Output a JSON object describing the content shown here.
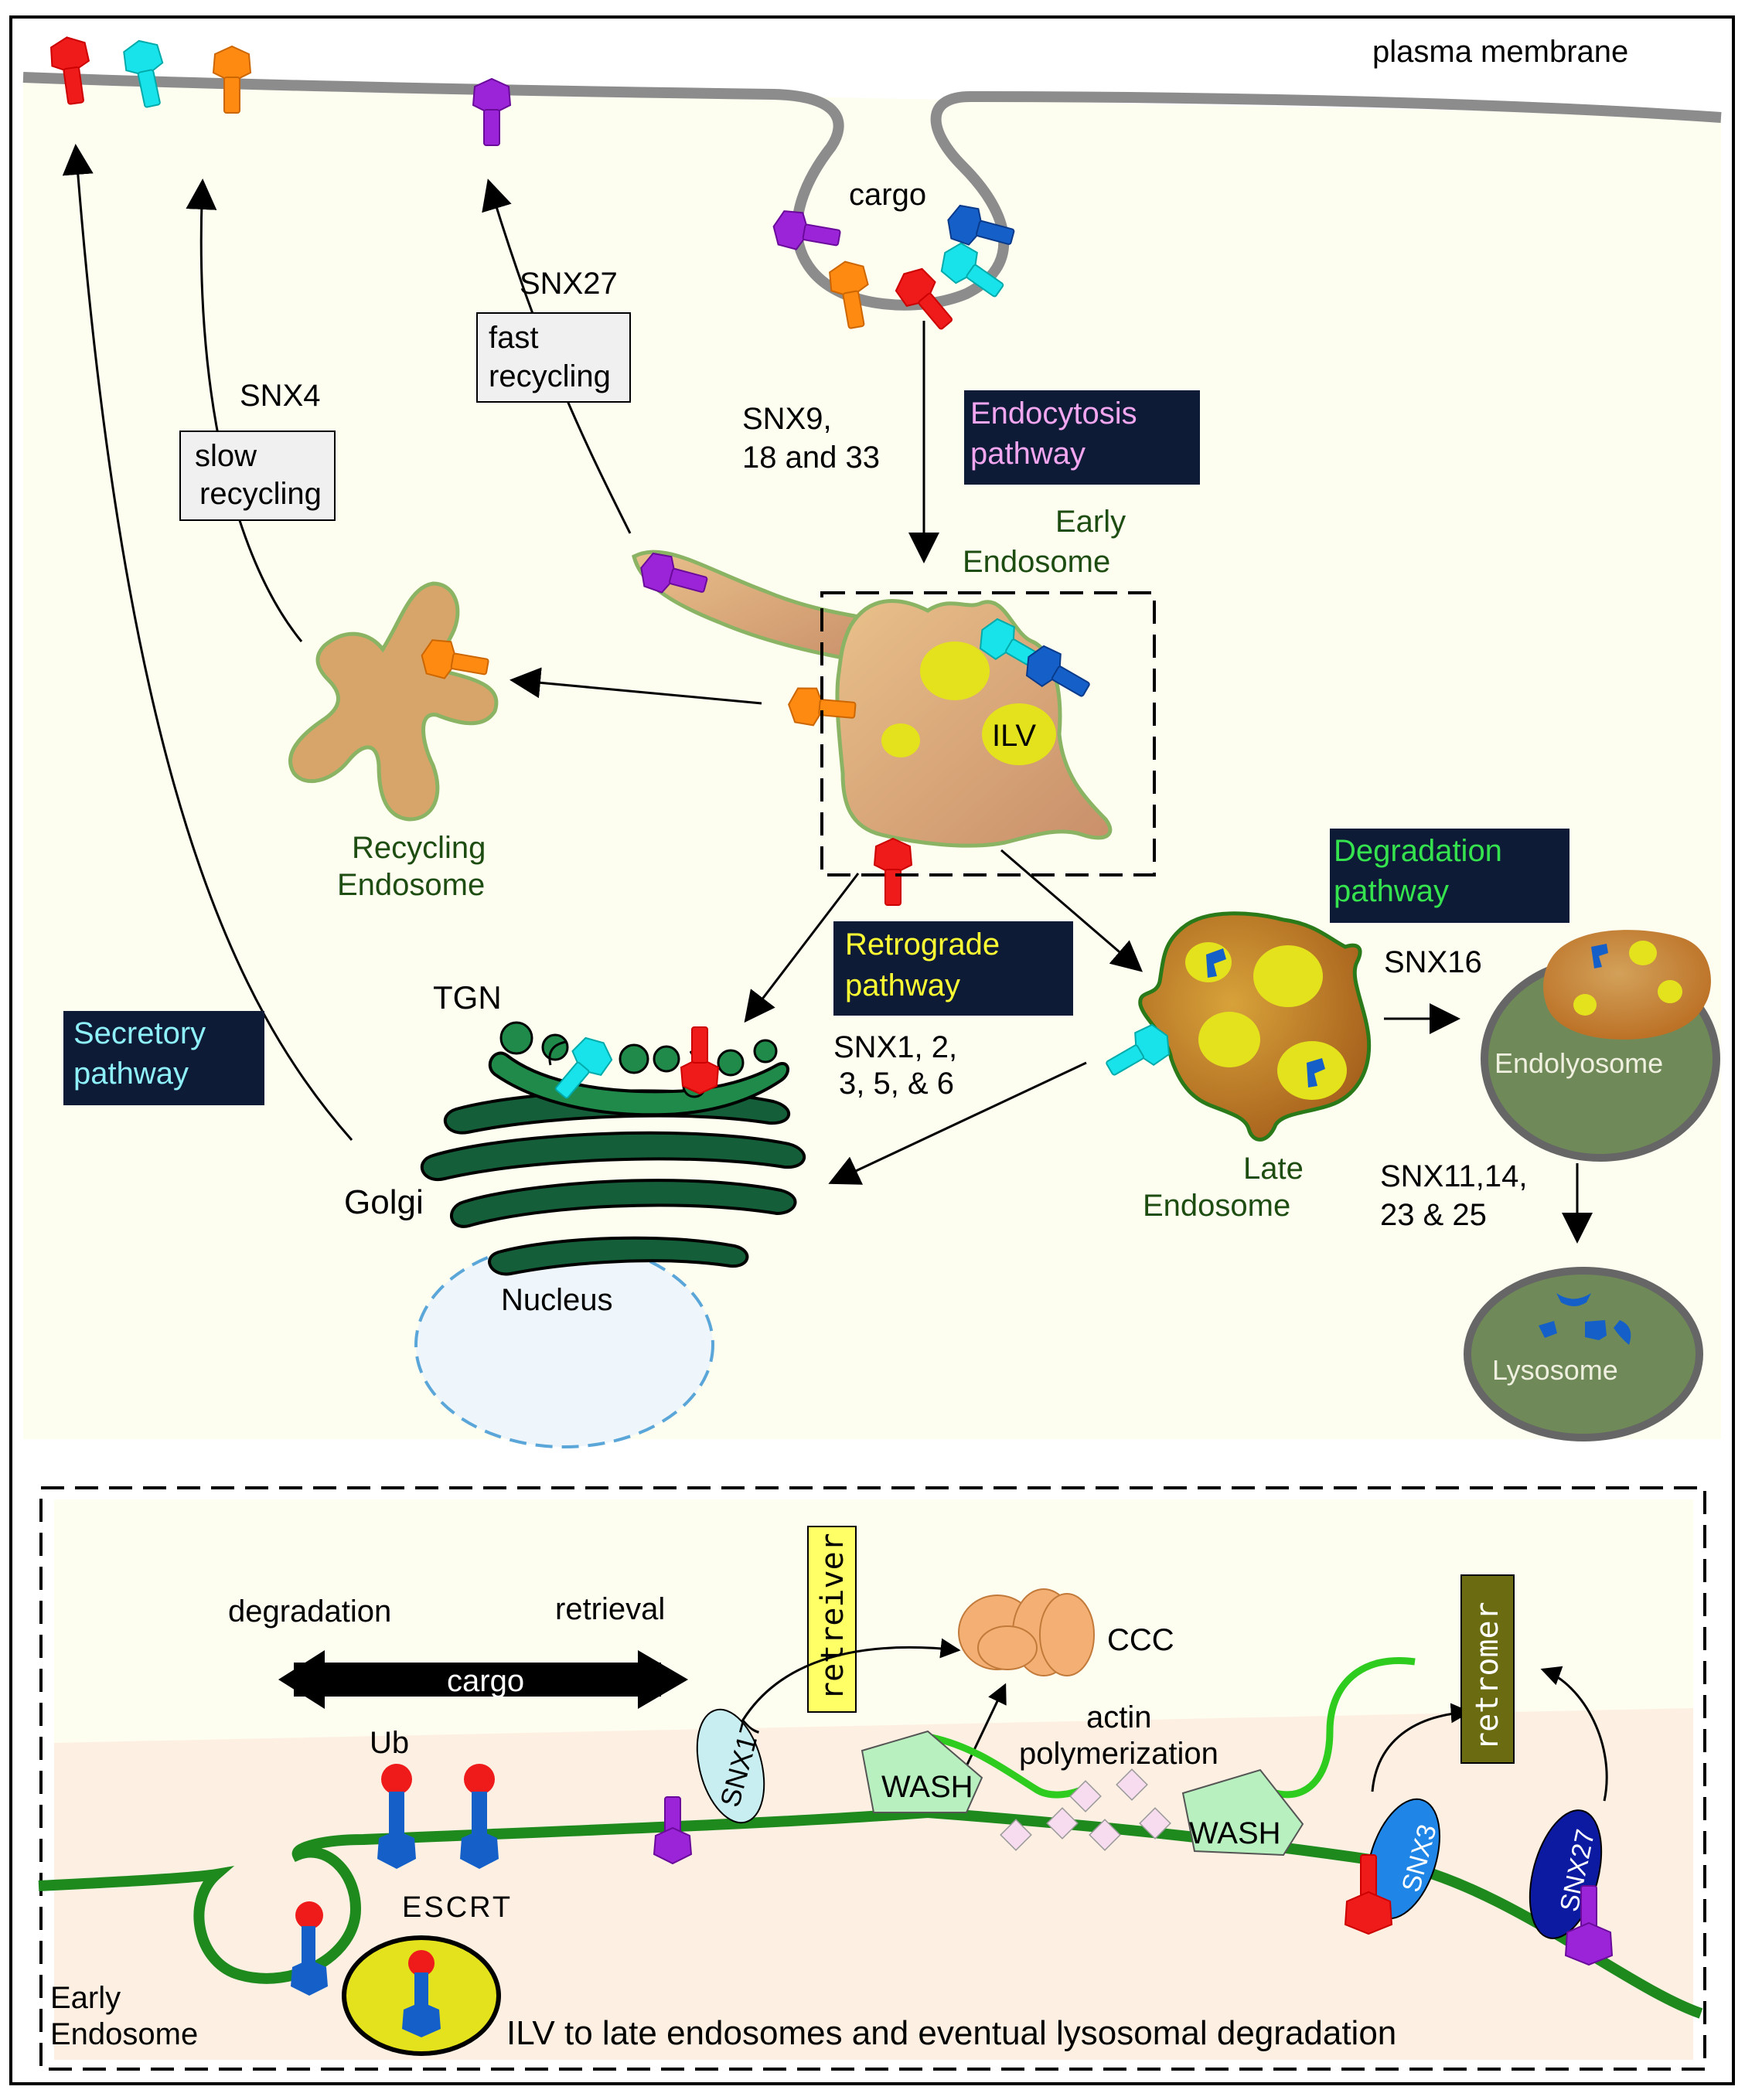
{
  "labels": {
    "plasma_membrane": "plasma membrane",
    "cargo_top": "cargo",
    "snx27": "SNX27",
    "fast_recycling_1": "fast",
    "fast_recycling_2": "recycling",
    "snx4": "SNX4",
    "slow_recycling_1": "slow",
    "slow_recycling_2": "recycling",
    "snx9_1": "SNX9,",
    "snx9_2": "18 and 33",
    "endocytosis_1": "Endocytosis",
    "endocytosis_2": "pathway",
    "early_endosome_1": "Early",
    "early_endosome_2": "Endosome",
    "ilv": "ILV",
    "recycling_endosome_1": "Recycling",
    "recycling_endosome_2": "Endosome",
    "degradation_1": "Degradation",
    "degradation_2": "pathway",
    "snx16": "SNX16",
    "endolysosome": "Endolyosome",
    "retrograde_1": "Retrograde",
    "retrograde_2": "pathway",
    "snx1_1": "SNX1, 2,",
    "snx1_2": "3, 5, & 6",
    "tgn": "TGN",
    "secretory_1": "Secretory",
    "secretory_2": "pathway",
    "golgi": "Golgi",
    "nucleus": "Nucleus",
    "late_endosome_1": "Late",
    "late_endosome_2": "Endosome",
    "snx11_1": "SNX11,14,",
    "snx11_2": "23 & 25",
    "lysosome": "Lysosome"
  },
  "inset": {
    "degradation": "degradation",
    "retrieval": "retrieval",
    "cargo": "cargo",
    "retreiver": "retreiver",
    "ccc": "CCC",
    "actin_1": "actin",
    "actin_2": "polymerization",
    "retromer": "retromer",
    "ub": "Ub",
    "escrt": "ESCRT",
    "snx17": "SNX17",
    "wash_1": "WASH",
    "wash_2": "WASH",
    "snx3": "SNX3",
    "snx27": "SNX27",
    "early_1": "Early",
    "early_2": "Endosome",
    "ilv_caption": "ILV to late endosomes and eventual lysosomal degradation"
  },
  "colors": {
    "cytoplasm": "#fdfdf0",
    "membrane": "#8c8c8c",
    "endosome": "#d7a56a",
    "endosome_edge": "#8ab464",
    "ilv": "#e4e21c",
    "late_endosome": "#c08a24",
    "lysosome": "#6f8a58",
    "golgi": "#155e3a",
    "tgn": "#1f8a4a",
    "nucleus": "#eef6fb",
    "navy_box": "#0e1b36",
    "endocytosis_text": "#f2a6f0",
    "degradation_text": "#35e34e",
    "retrograde_text": "#ffff33",
    "secretory_text": "#8ef0f8",
    "cargo_red": "#ef1a1a",
    "cargo_cyan": "#19e3ea",
    "cargo_orange": "#ff8a12",
    "cargo_purple": "#9b24d8",
    "cargo_blue": "#1560c8",
    "inset_membrane": "#1e8a1e",
    "retreiver_box": "#ffff66",
    "retromer_box": "#6b6b12"
  }
}
